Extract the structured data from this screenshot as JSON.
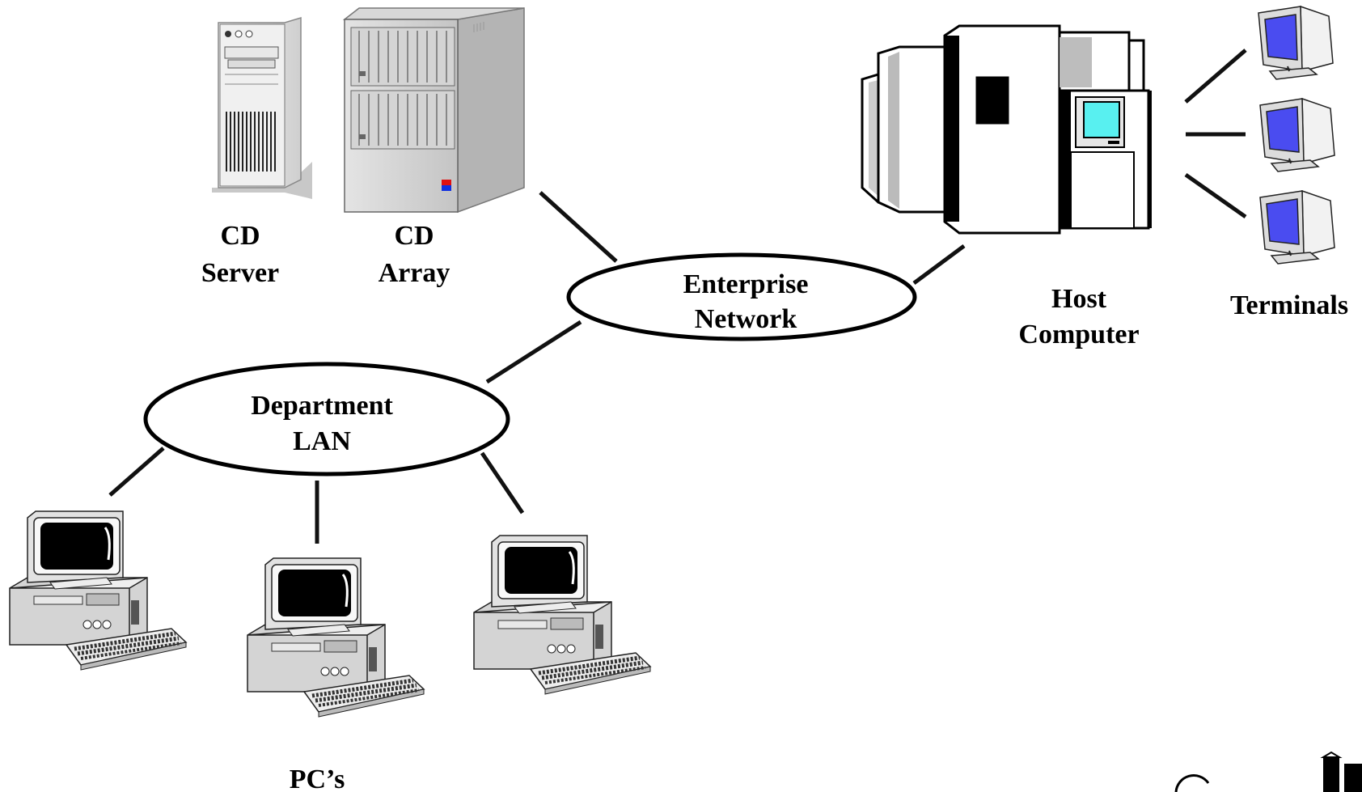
{
  "nodes": {
    "cd_server": {
      "line1": "CD",
      "line2": "Server"
    },
    "cd_array": {
      "line1": "CD",
      "line2": "Array"
    },
    "enterprise_network": {
      "line1": "Enterprise",
      "line2": "Network"
    },
    "department_lan": {
      "line1": "Department",
      "line2": "LAN"
    },
    "host_computer": {
      "line1": "Host",
      "line2": "Computer"
    },
    "terminals": {
      "label": "Terminals"
    },
    "pcs": {
      "label": "PC’s"
    }
  },
  "colors": {
    "terminal_screen": "#4a4cf0",
    "host_screen": "#58f0f0",
    "line": "#111111",
    "logo_red": "#e01010",
    "logo_blue": "#1030e0"
  }
}
